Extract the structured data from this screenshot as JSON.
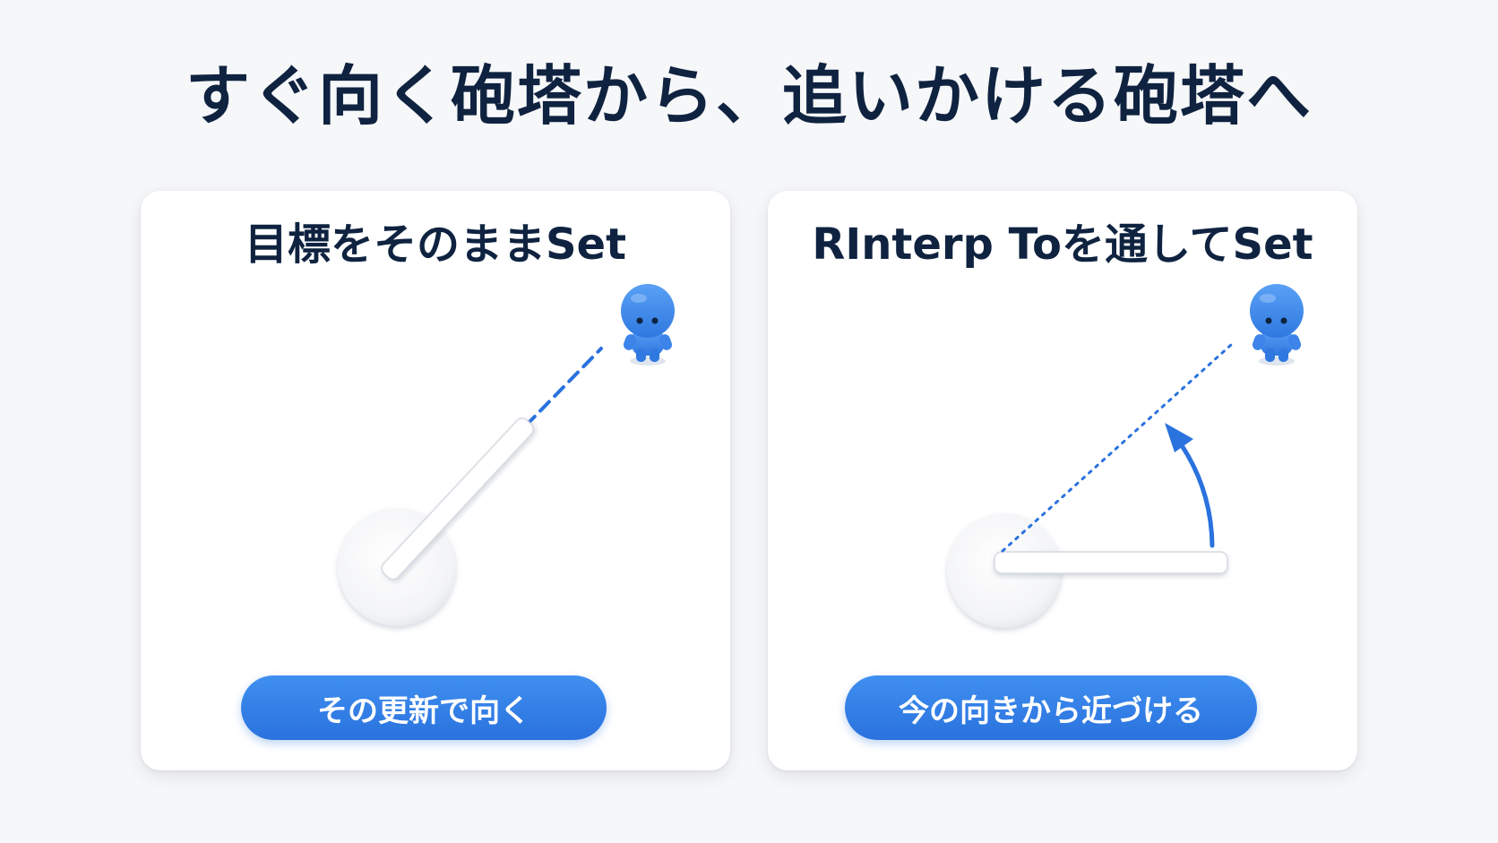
{
  "title": "すぐ向く砲塔から、追いかける砲塔へ",
  "panels": [
    {
      "title": "目標をそのままSet",
      "caption": "その更新で向く"
    },
    {
      "title": "RInterp Toを通してSet",
      "caption": "今の向きから近づける"
    }
  ],
  "colors": {
    "accent": "#2a72de",
    "title_text": "#0f2340",
    "character": "#3b86ee",
    "background": "#f6f7f9",
    "panel": "#ffffff"
  },
  "icons": [
    "turret-base",
    "turret-barrel",
    "target-character-icon",
    "rotation-arrow-icon"
  ]
}
